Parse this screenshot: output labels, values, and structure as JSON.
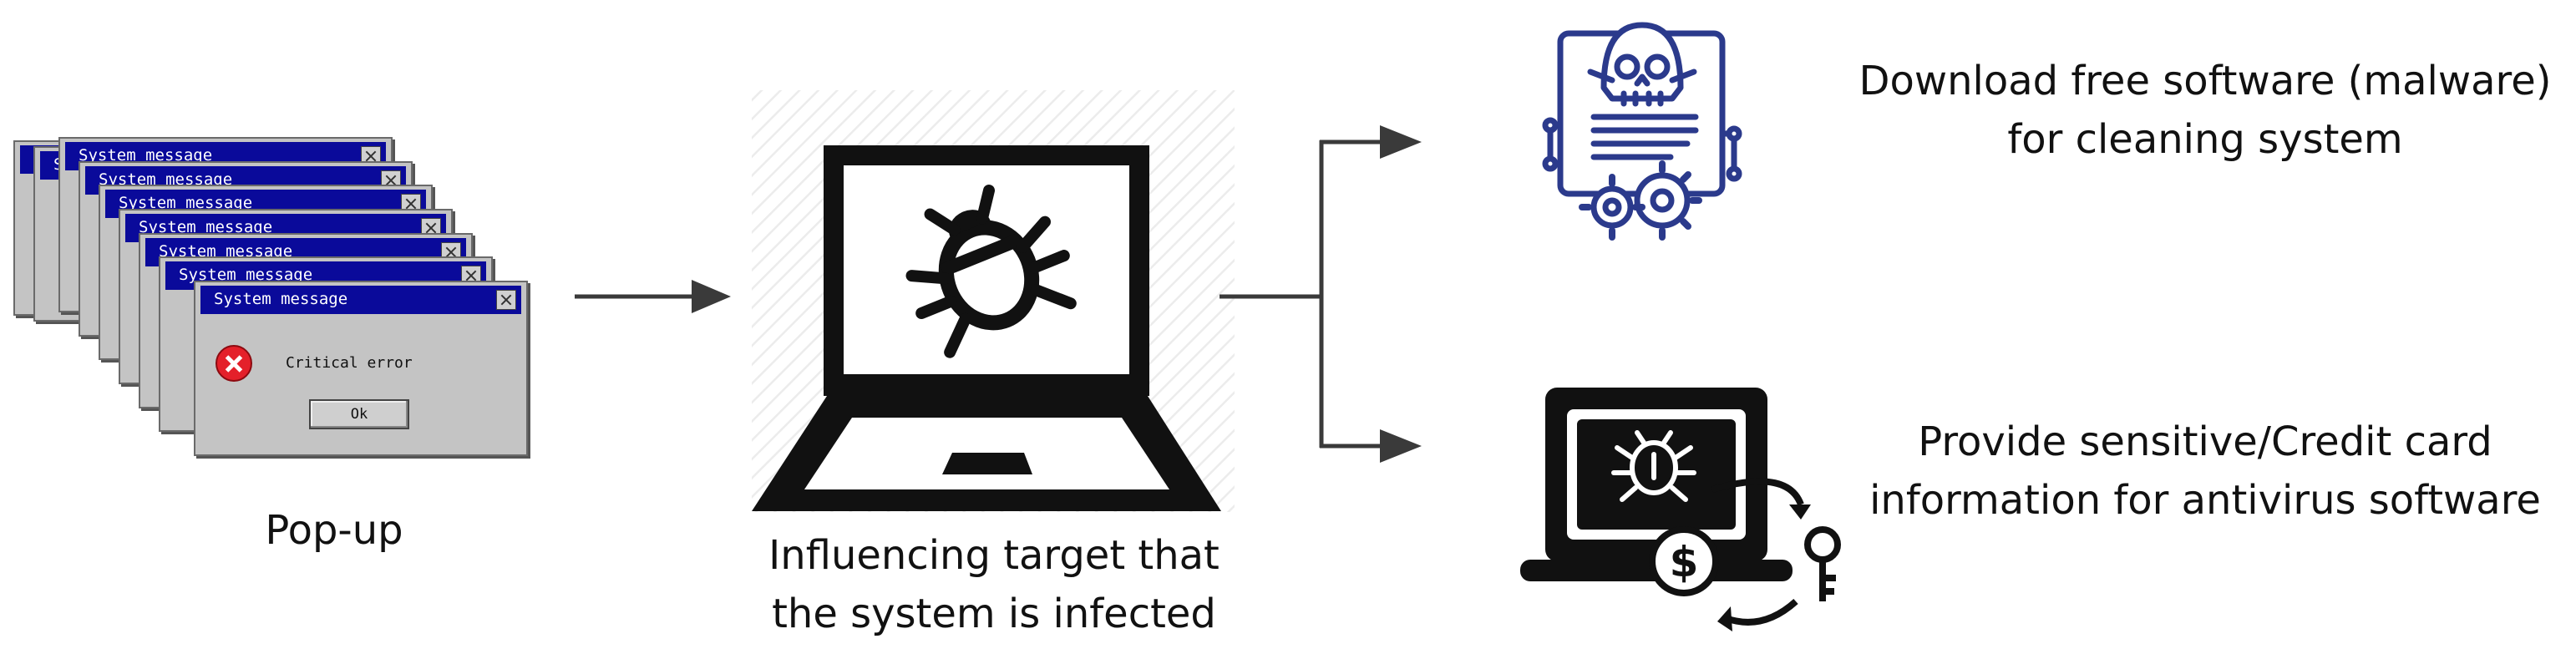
{
  "popup": {
    "window_title": "System message",
    "error_text": "Critical error",
    "ok_label": "Ok",
    "caption": "Pop-up"
  },
  "center": {
    "caption_line1": "Influencing target that",
    "caption_line2": "the system is infected"
  },
  "outcomes": [
    {
      "line1": "Download free software (malware)",
      "line2": "for cleaning system",
      "icon": "malware-document-icon"
    },
    {
      "line1": "Provide sensitive/Credit card",
      "line2": "information for antivirus software",
      "icon": "laptop-payment-theft-icon"
    }
  ],
  "colors": {
    "titlebar": "#0a0a9a",
    "window_body": "#c4c4c4",
    "error_red": "#e4202a",
    "icon_navy": "#2b3a8c",
    "arrow": "#3a3a3a"
  }
}
